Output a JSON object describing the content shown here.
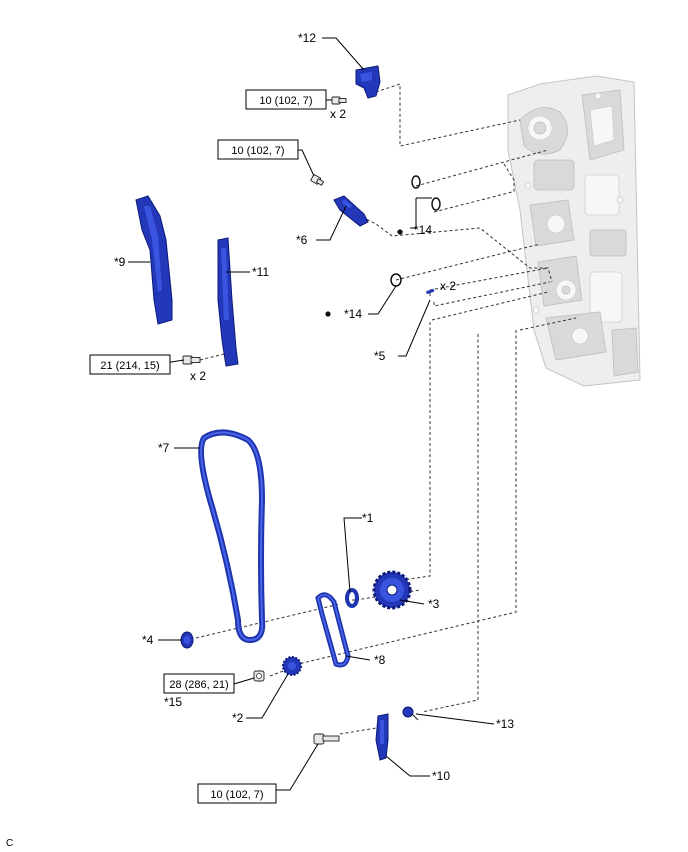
{
  "callouts": {
    "c1": "*1",
    "c2": "*2",
    "c3": "*3",
    "c4": "*4",
    "c5": "*5",
    "c6": "*6",
    "c7": "*7",
    "c8": "*8",
    "c9": "*9",
    "c10": "*10",
    "c11": "*11",
    "c12": "*12",
    "c13": "*13",
    "c14a": "*14",
    "c14b": "*14",
    "c15": "*15"
  },
  "torque": {
    "t12": "10 (102, 7)",
    "t6": "10 (102, 7)",
    "t11": "21 (214, 15)",
    "t15": "28 (286, 21)",
    "t10": "10 (102, 7)"
  },
  "quantity": {
    "q12": "x 2",
    "q11": "x 2",
    "q5": "x 2"
  },
  "footer_code": "C",
  "colors": {
    "part": "#2338b8",
    "engine": "#eeeeee"
  }
}
